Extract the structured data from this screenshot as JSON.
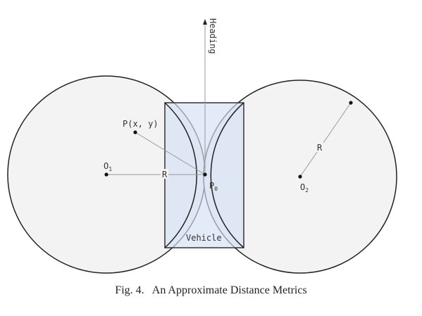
{
  "labels": {
    "heading": "Heading",
    "point_p": "P(x, y)",
    "o1_main": "O",
    "o1_sub": "1",
    "o2_main": "O",
    "o2_sub": "2",
    "p0_main": "P",
    "p0_sub": "0",
    "radius_left": "R",
    "radius_right": "R",
    "vehicle": "Vehicle"
  },
  "caption": "Fig. 4.   An Approximate Distance Metrics",
  "colors": {
    "circle_fill": "#f3f3f3",
    "vehicle_fill": "#dfe6f5",
    "stroke": "#222222",
    "thin_line": "#999999"
  }
}
